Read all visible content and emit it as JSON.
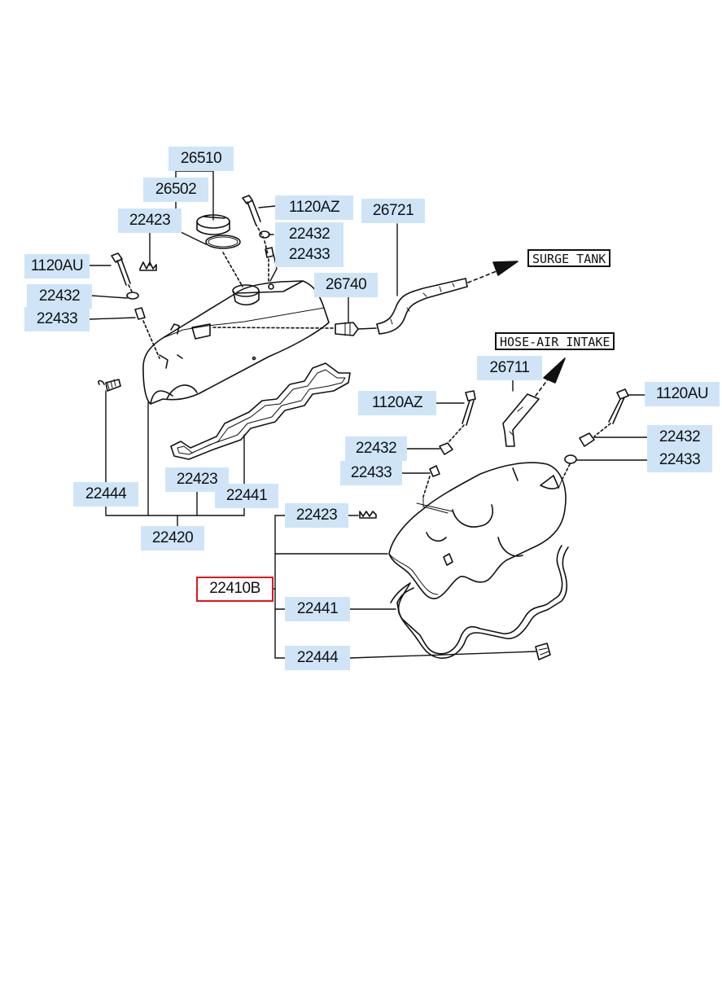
{
  "callouts": {
    "c26510": "26510",
    "c26502": "26502",
    "c22423_top": "22423",
    "c1120AZ_top": "1120AZ",
    "c22432_top_mid": "22432",
    "c22433_top_mid": "22433",
    "c26721": "26721",
    "c1120AU_left": "1120AU",
    "c22432_left": "22432",
    "c22433_left": "22433",
    "c26740": "26740",
    "c26711": "26711",
    "c1120AZ_mid": "1120AZ",
    "c1120AU_right": "1120AU",
    "c22432_mid": "22432",
    "c22433_mid": "22433",
    "c22432_right": "22432",
    "c22433_right": "22433",
    "c22444_left": "22444",
    "c22423_left": "22423",
    "c22441_left": "22441",
    "c22420": "22420",
    "c22423_lower": "22423",
    "c22410B": "22410B",
    "c22441_lower": "22441",
    "c22444_lower": "22444"
  },
  "selected_part": "22410B",
  "notes": {
    "surge_tank": "SURGE TANK",
    "hose_air_intake": "HOSE-AIR INTAKE"
  },
  "colors": {
    "label_bg": "#cfe5f7",
    "selection_border": "#e0161d",
    "line": "#111111"
  }
}
